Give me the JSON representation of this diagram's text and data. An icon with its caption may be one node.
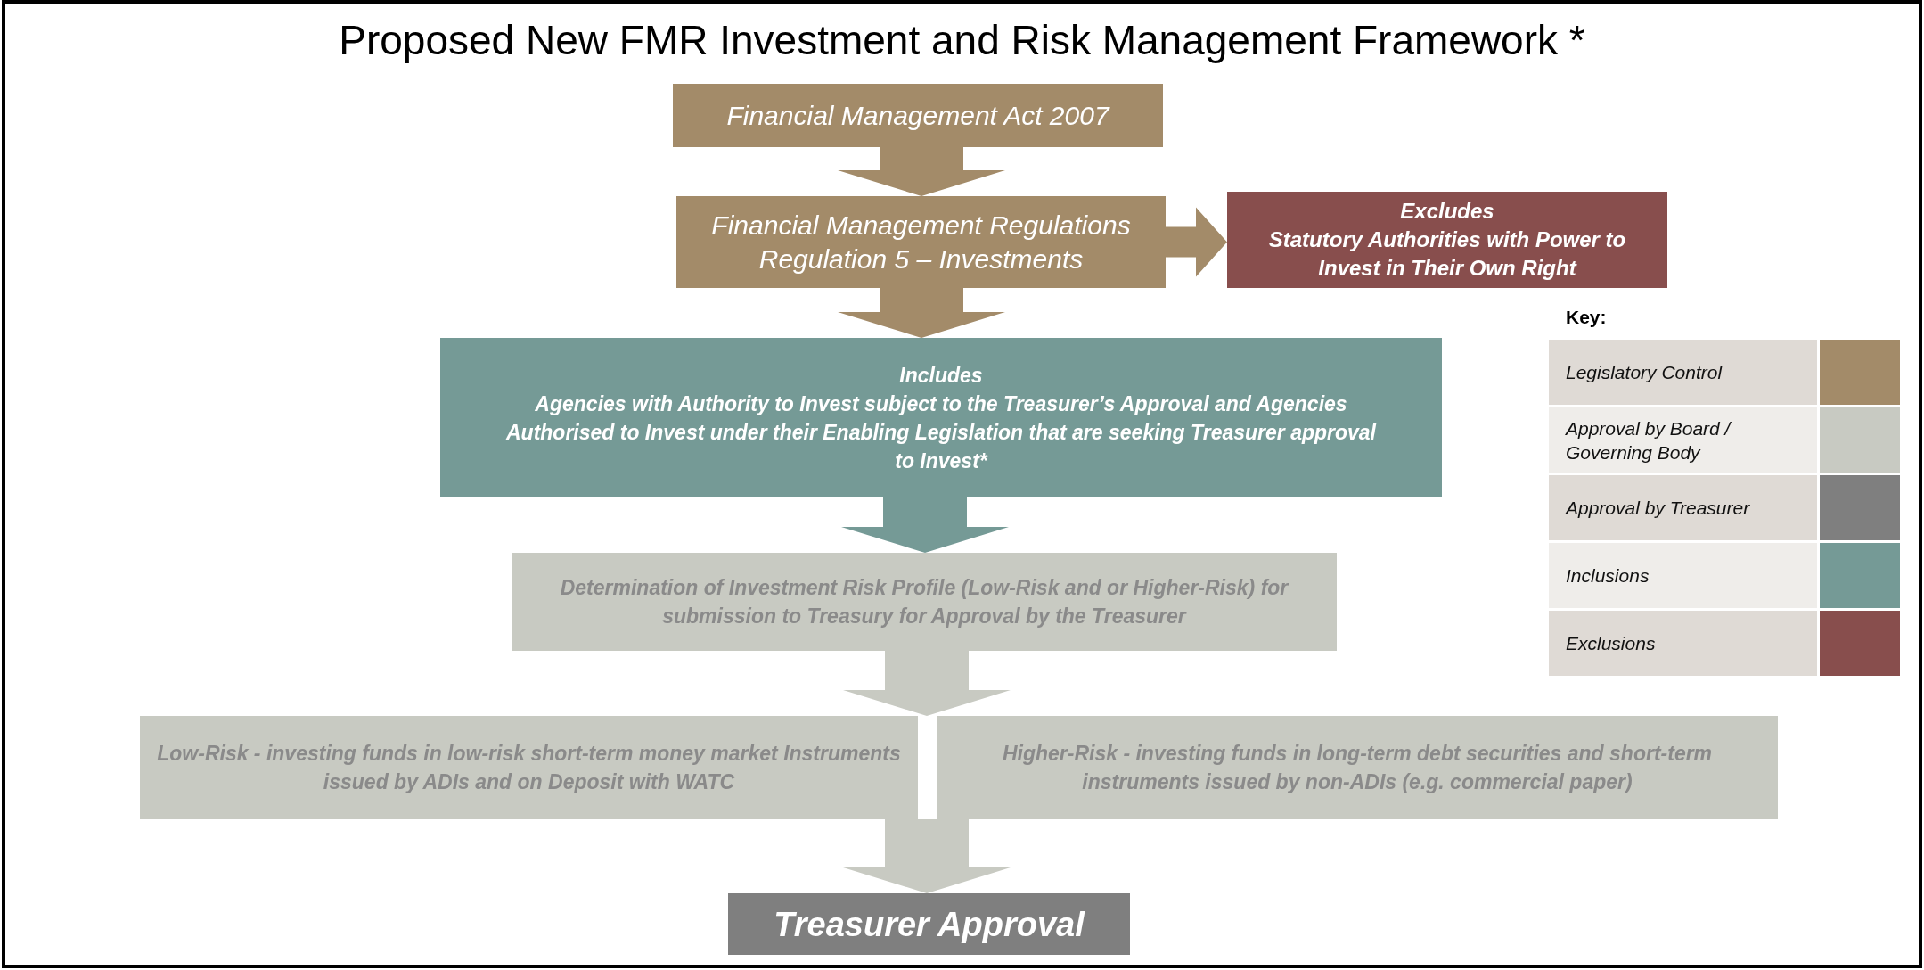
{
  "diagram": {
    "title": "Proposed New FMR Investment and Risk Management Framework *",
    "nodes": [
      {
        "text": [
          "Financial Management Act 2007"
        ]
      },
      {
        "text": [
          "Financial Management Regulations",
          "Regulation 5 – Investments"
        ]
      },
      {
        "text": [
          "Excludes",
          "Statutory Authorities with Power to Invest in Their Own Right"
        ]
      },
      {
        "text": [
          "Includes",
          "Agencies with Authority to Invest subject to the Treasurer’s Approval and Agencies Authorised to Invest under their Enabling Legislation that are seeking Treasurer approval to Invest*"
        ]
      },
      {
        "text": [
          "Determination of Investment Risk Profile (Low-Risk and or Higher-Risk) for submission to Treasury for Approval by the Treasurer"
        ]
      },
      {
        "text": [
          "Low-Risk - investing funds in low-risk short-term money market Instruments issued by ADIs and on Deposit with WATC"
        ]
      },
      {
        "text": [
          "Higher-Risk - investing funds in long-term debt securities and short-term instruments issued by non-ADIs (e.g. commercial paper)"
        ]
      },
      {
        "text": [
          "Treasurer Approval"
        ]
      }
    ],
    "edges": [
      {
        "from": 0,
        "to": 1,
        "arrow": "to",
        "color": "#a38b69"
      },
      {
        "from": 1,
        "to": 2,
        "arrow": "to",
        "color": "#a38b69"
      },
      {
        "from": 1,
        "to": 3,
        "arrow": "to",
        "color": "#a38b69"
      },
      {
        "from": 3,
        "to": 4,
        "arrow": "to",
        "color": "#759a96"
      },
      {
        "from": 4,
        "to": 5,
        "arrow": "to"
      },
      {
        "from": 4,
        "to": 6,
        "arrow": "to"
      },
      {
        "from": 5,
        "to": 7,
        "arrow": "to"
      },
      {
        "from": 6,
        "to": 7,
        "arrow": "to"
      }
    ],
    "labels": [
      "Key:"
    ],
    "legend": [
      {
        "text": "Legislatory Control",
        "color": "#a38b69"
      },
      {
        "text": "Approval by Board / Governing Body",
        "color": "#c8cac2"
      },
      {
        "text": "Approval by Treasurer",
        "color": "#7f7f7f"
      },
      {
        "text": "Inclusions",
        "color": "#759a96"
      },
      {
        "text": "Exclusions",
        "color": "#884e4d"
      }
    ]
  }
}
